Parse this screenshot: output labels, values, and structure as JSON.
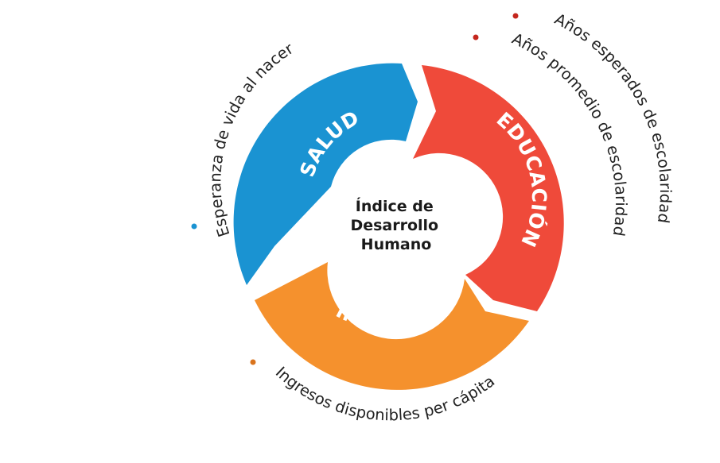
{
  "center": {
    "lines": [
      "Índice de",
      "Desarrollo",
      "Humano"
    ]
  },
  "segments": [
    {
      "key": "salud",
      "label": "SALUD",
      "color": "#1a93d2"
    },
    {
      "key": "educacion",
      "label": "EDUCACIÓN",
      "color": "#ef4a3a"
    },
    {
      "key": "ingreso",
      "label": "INGRESO",
      "color": "#f5912d"
    }
  ],
  "indicators": {
    "salud": [
      {
        "text": "Esperanza de vida al nacer",
        "dot_color": "#1a93d2"
      }
    ],
    "educacion": [
      {
        "text": "Años esperados de escolaridad",
        "dot_color": "#c4261d"
      },
      {
        "text": "Años promedio de escolaridad",
        "dot_color": "#c4261d"
      }
    ],
    "ingreso": [
      {
        "text": "Ingresos disponibles per cápita",
        "dot_color": "#d9731c"
      }
    ]
  }
}
